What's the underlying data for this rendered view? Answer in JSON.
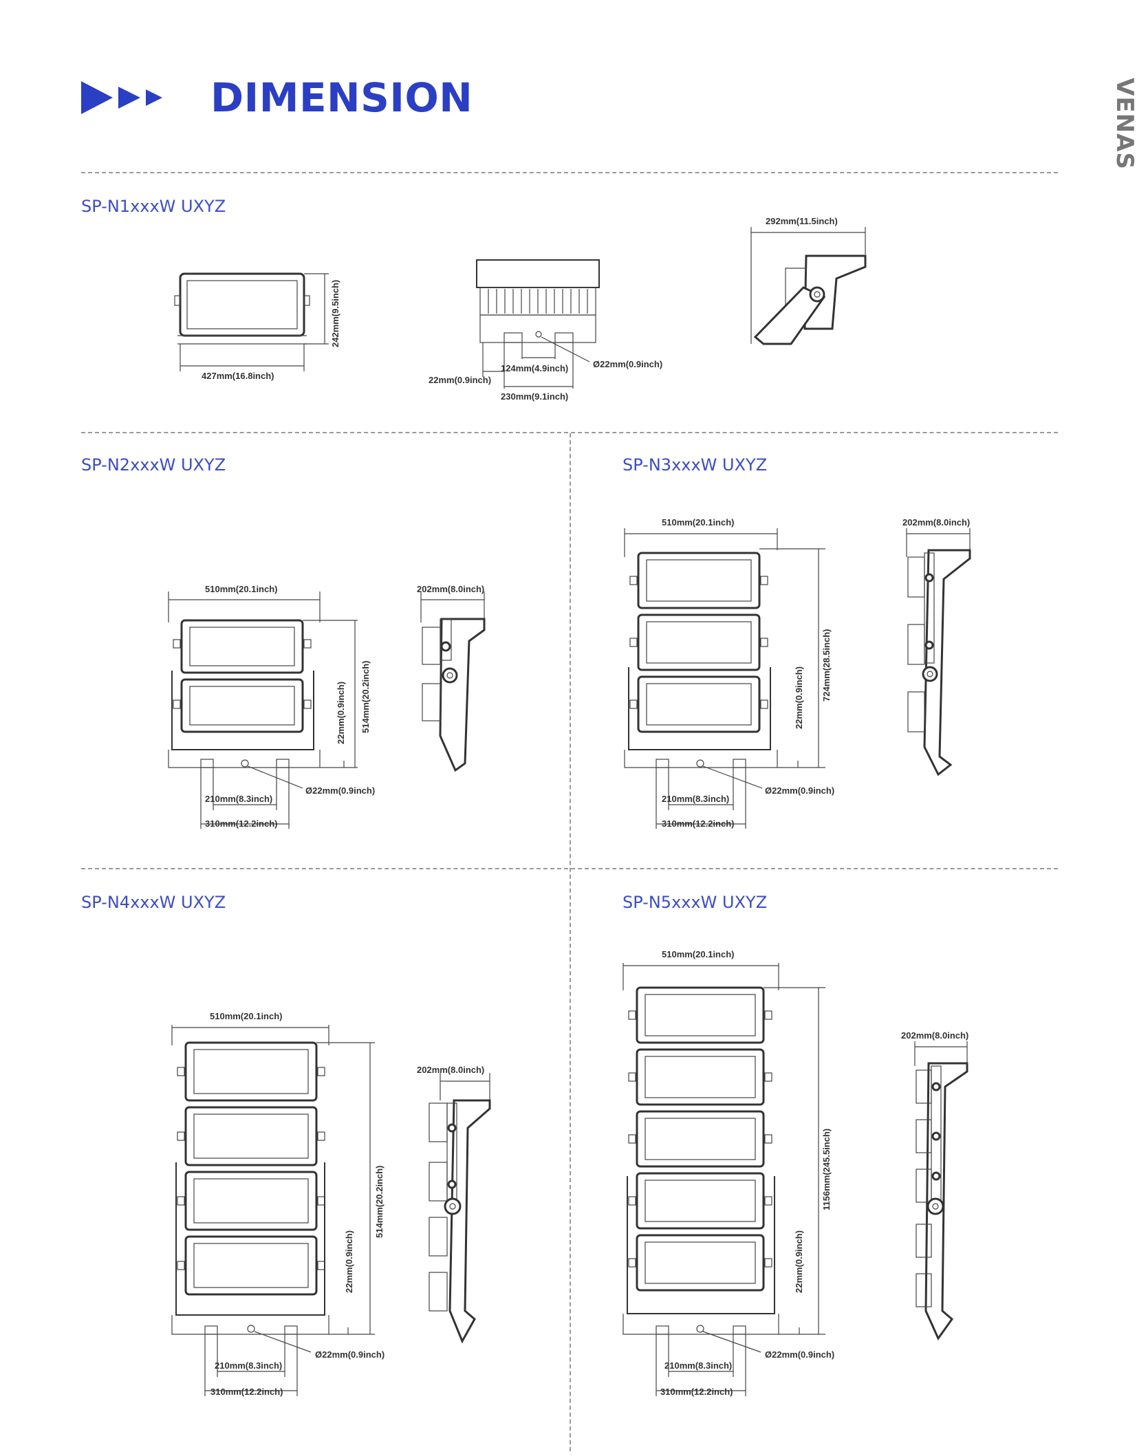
{
  "header": {
    "title": "DIMENSION",
    "logo": "VENAS",
    "arrow_icon": "triple-arrow-icon"
  },
  "colors": {
    "accent": "#2b3fc4",
    "line": "#333333",
    "divider": "#999999"
  },
  "sections": {
    "n1": {
      "model": "SP-N1xxxW UXYZ",
      "width": "427mm(16.8inch)",
      "height": "242mm(9.5inch)",
      "back_22": "22mm(0.9inch)",
      "back_124": "124mm(4.9inch)",
      "back_230": "230mm(9.1inch)",
      "hole": "Ø22mm(0.9inch)",
      "side_depth": "292mm(11.5inch)"
    },
    "n2": {
      "model": "SP-N2xxxW UXYZ",
      "width": "510mm(20.1inch)",
      "height": "514mm(20.2inch)",
      "offset": "22mm(0.9inch)",
      "hole": "Ø22mm(0.9inch)",
      "base_210": "210mm(8.3inch)",
      "base_310": "310mm(12.2inch)",
      "side_depth": "202mm(8.0inch)"
    },
    "n3": {
      "model": "SP-N3xxxW UXYZ",
      "width": "510mm(20.1inch)",
      "height": "724mm(28.5inch)",
      "offset": "22mm(0.9inch)",
      "hole": "Ø22mm(0.9inch)",
      "base_210": "210mm(8.3inch)",
      "base_310": "310mm(12.2inch)",
      "side_depth": "202mm(8.0inch)"
    },
    "n4": {
      "model": "SP-N4xxxW UXYZ",
      "width": "510mm(20.1inch)",
      "height": "514mm(20.2inch)",
      "offset": "22mm(0.9inch)",
      "hole": "Ø22mm(0.9inch)",
      "base_210": "210mm(8.3inch)",
      "base_310": "310mm(12.2inch)",
      "side_depth": "202mm(8.0inch)"
    },
    "n5": {
      "model": "SP-N5xxxW UXYZ",
      "width": "510mm(20.1inch)",
      "height": "1156mm(245.5inch)",
      "offset": "22mm(0.9inch)",
      "hole": "Ø22mm(0.9inch)",
      "base_210": "210mm(8.3inch)",
      "base_310": "310mm(12.2inch)",
      "side_depth": "202mm(8.0inch)"
    }
  }
}
